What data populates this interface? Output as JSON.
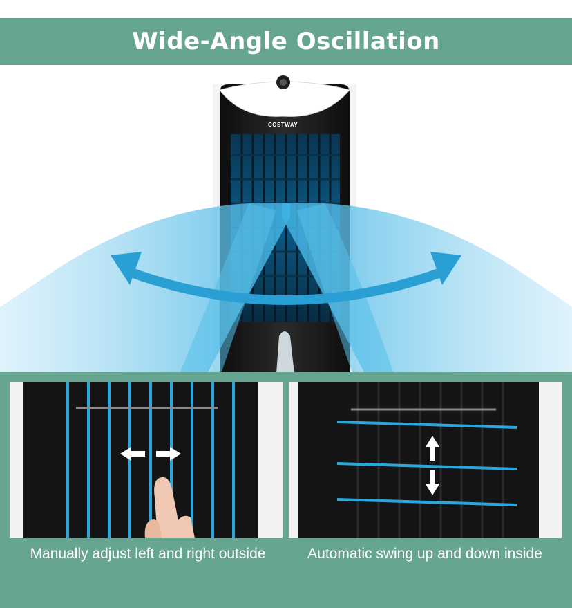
{
  "header": {
    "title": "Wide-Angle Oscillation"
  },
  "product": {
    "brand": "COSTWAY"
  },
  "panels": {
    "left": {
      "caption": "Manually adjust left and right outside"
    },
    "right": {
      "caption": "Automatic swing up and down inside"
    }
  },
  "colors": {
    "banner": "#66a690",
    "airflow": "#2aa7dc",
    "unit_body": "#1c1c1c",
    "unit_shell": "#ffffff"
  }
}
